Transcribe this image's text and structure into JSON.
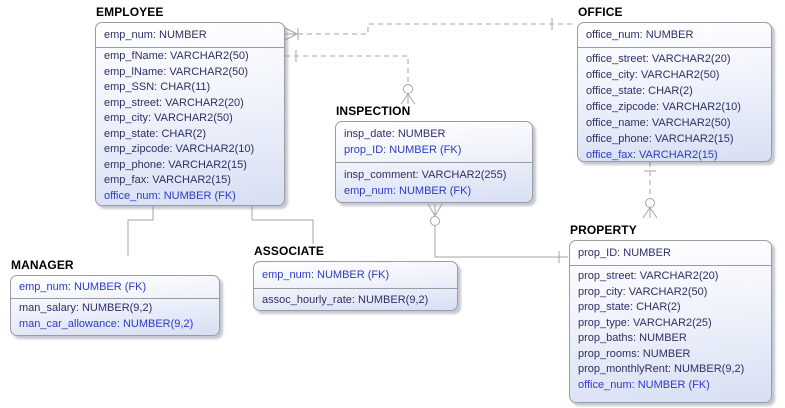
{
  "colors": {
    "background": "#ffffff",
    "title_text": "#000000",
    "attribute_text": "#2f2f66",
    "fk_blue_text": "#2b3bc8",
    "entity_border": "#9b9ba1",
    "entity_fill_top": "#ffffff",
    "entity_fill_bottom": "#d8dff4",
    "relationship_line": "#a6a6a6"
  },
  "diagram": {
    "entities": [
      {
        "name": "EMPLOYEE",
        "key_attributes": [
          {
            "text": "emp_num: NUMBER",
            "blue": false
          }
        ],
        "attributes": [
          {
            "text": "emp_fName: VARCHAR2(50)",
            "blue": false
          },
          {
            "text": "emp_lName: VARCHAR2(50)",
            "blue": false
          },
          {
            "text": "emp_SSN: CHAR(11)",
            "blue": false
          },
          {
            "text": "emp_street: VARCHAR2(20)",
            "blue": false
          },
          {
            "text": "emp_city: VARCHAR2(50)",
            "blue": false
          },
          {
            "text": "emp_state: CHAR(2)",
            "blue": false
          },
          {
            "text": "emp_zipcode: VARCHAR2(10)",
            "blue": false
          },
          {
            "text": "emp_phone: VARCHAR2(15)",
            "blue": false
          },
          {
            "text": "emp_fax: VARCHAR2(15)",
            "blue": false
          },
          {
            "text": "office_num: NUMBER (FK)",
            "blue": true
          }
        ]
      },
      {
        "name": "OFFICE",
        "key_attributes": [
          {
            "text": "office_num: NUMBER",
            "blue": false
          }
        ],
        "attributes": [
          {
            "text": "office_street: VARCHAR2(20)",
            "blue": false
          },
          {
            "text": "office_city: VARCHAR2(50)",
            "blue": false
          },
          {
            "text": "office_state: CHAR(2)",
            "blue": false
          },
          {
            "text": "office_zipcode: VARCHAR2(10)",
            "blue": false
          },
          {
            "text": "office_name: VARCHAR2(50)",
            "blue": false
          },
          {
            "text": "office_phone: VARCHAR2(15)",
            "blue": false
          },
          {
            "text": "office_fax: VARCHAR2(15)",
            "blue": true
          }
        ]
      },
      {
        "name": "INSPECTION",
        "key_attributes": [
          {
            "text": "insp_date: NUMBER",
            "blue": false
          },
          {
            "text": "prop_ID: NUMBER (FK)",
            "blue": true
          }
        ],
        "attributes": [
          {
            "text": "insp_comment: VARCHAR2(255)",
            "blue": false
          },
          {
            "text": "emp_num: NUMBER (FK)",
            "blue": true
          }
        ]
      },
      {
        "name": "MANAGER",
        "key_attributes": [
          {
            "text": "emp_num: NUMBER (FK)",
            "blue": true
          }
        ],
        "attributes": [
          {
            "text": "man_salary: NUMBER(9,2)",
            "blue": false
          },
          {
            "text": "man_car_allowance: NUMBER(9,2)",
            "blue": true
          }
        ]
      },
      {
        "name": "ASSOCIATE",
        "key_attributes": [
          {
            "text": "emp_num: NUMBER (FK)",
            "blue": true
          }
        ],
        "attributes": [
          {
            "text": "assoc_hourly_rate: NUMBER(9,2)",
            "blue": false
          }
        ]
      },
      {
        "name": "PROPERTY",
        "key_attributes": [
          {
            "text": "prop_ID: NUMBER",
            "blue": false
          }
        ],
        "attributes": [
          {
            "text": "prop_street: VARCHAR2(20)",
            "blue": false
          },
          {
            "text": "prop_city: VARCHAR2(50)",
            "blue": false
          },
          {
            "text": "prop_state: CHAR(2)",
            "blue": false
          },
          {
            "text": "prop_type: VARCHAR2(25)",
            "blue": false
          },
          {
            "text": "prop_baths: NUMBER",
            "blue": false
          },
          {
            "text": "prop_rooms: NUMBER",
            "blue": false
          },
          {
            "text": "prop_monthlyRent: NUMBER(9,2)",
            "blue": false
          },
          {
            "text": "office_num: NUMBER (FK)",
            "blue": true
          }
        ]
      }
    ],
    "relationships": [
      {
        "name": "office-employee",
        "from": "OFFICE",
        "to": "EMPLOYEE",
        "line": "dashed",
        "from_marker": "one",
        "to_marker": "one-or-many"
      },
      {
        "name": "employee-inspection",
        "from": "EMPLOYEE",
        "to": "INSPECTION",
        "line": "dashed",
        "from_marker": "one",
        "to_marker": "zero-or-many"
      },
      {
        "name": "property-inspection",
        "from": "PROPERTY",
        "to": "INSPECTION",
        "line": "solid",
        "from_marker": "one",
        "to_marker": "zero-or-many"
      },
      {
        "name": "office-property",
        "from": "OFFICE",
        "to": "PROPERTY",
        "line": "dashed",
        "from_marker": "one",
        "to_marker": "zero-or-many"
      },
      {
        "name": "employee-manager",
        "from": "EMPLOYEE",
        "to": "MANAGER",
        "line": "solid"
      },
      {
        "name": "employee-associate",
        "from": "EMPLOYEE",
        "to": "ASSOCIATE",
        "line": "solid"
      }
    ]
  }
}
